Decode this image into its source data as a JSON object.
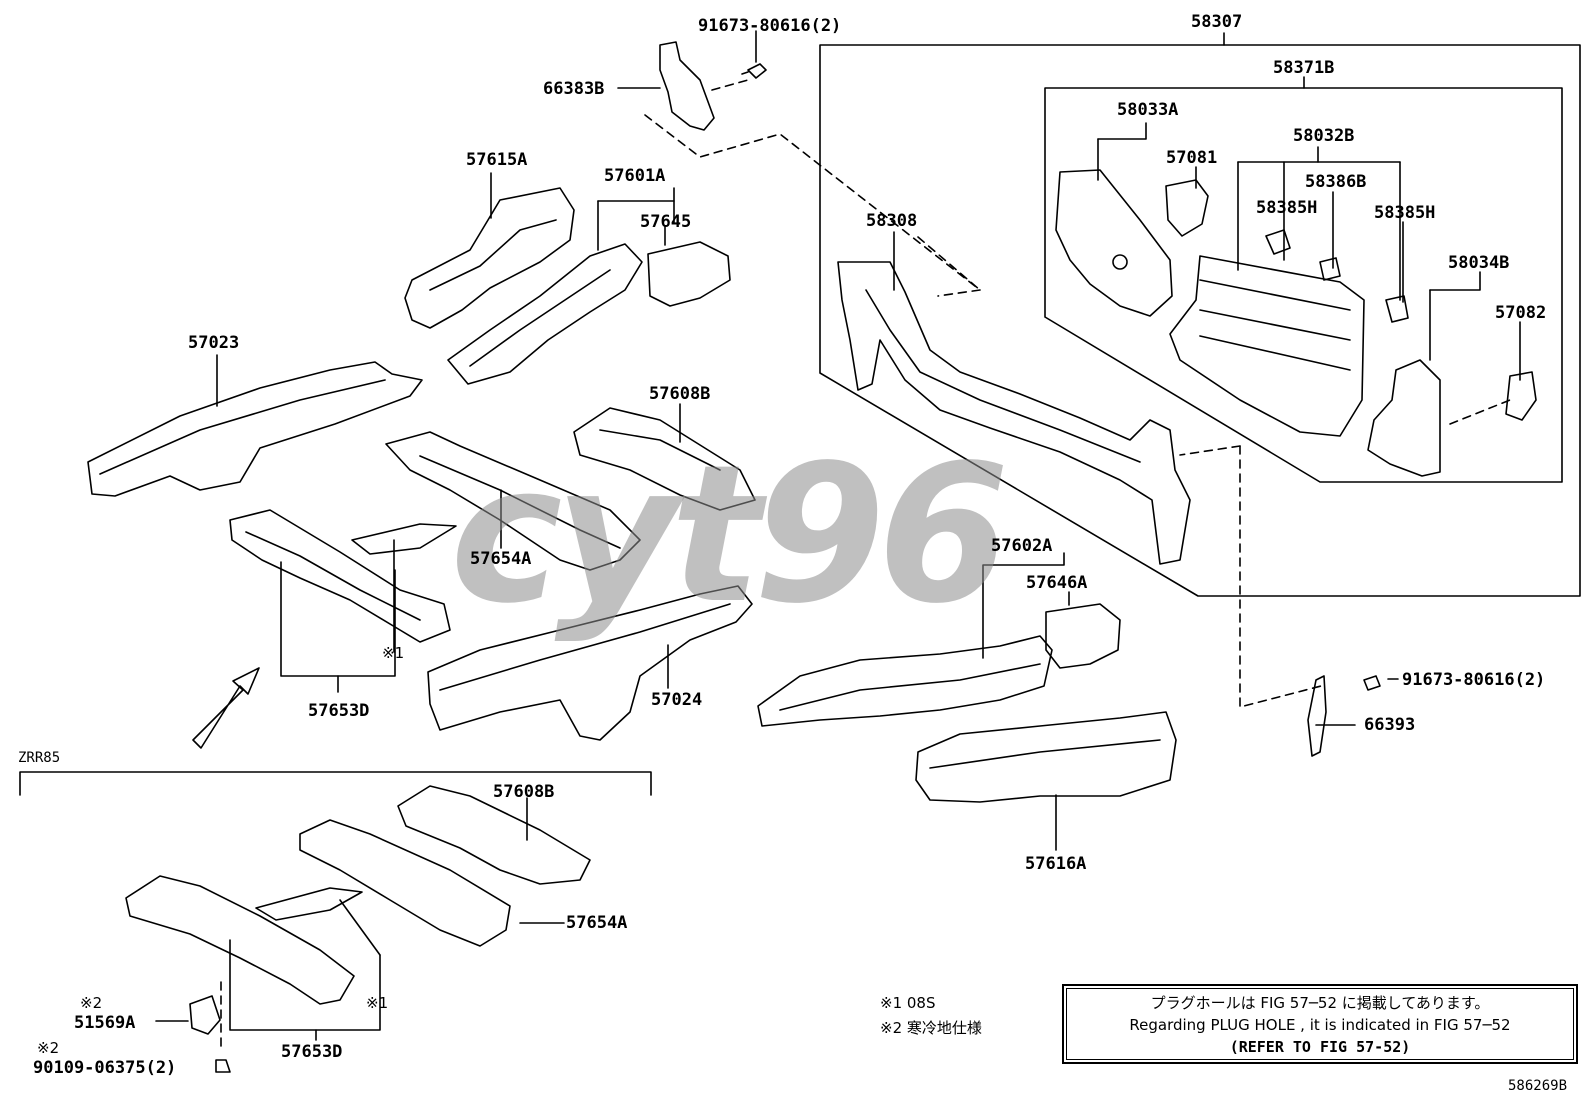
{
  "watermark": "cyt96",
  "labels": {
    "p91673_top": "91673-80616(2)",
    "p66383B": "66383B",
    "p58307": "58307",
    "p58371B": "58371B",
    "p58033A": "58033A",
    "p57081": "57081",
    "p58032B": "58032B",
    "p58386B": "58386B",
    "p58385H_a": "58385H",
    "p58385H_b": "58385H",
    "p58034B": "58034B",
    "p57082": "57082",
    "p58308": "58308",
    "p57615A": "57615A",
    "p57601A": "57601A",
    "p57645": "57645",
    "p57023": "57023",
    "p57608B": "57608B",
    "p57654A": "57654A",
    "mark1": "※1",
    "p57653D": "57653D",
    "p57024": "57024",
    "p57602A": "57602A",
    "p57646A": "57646A",
    "p91673_right": "91673-80616(2)",
    "p66393": "66393",
    "p57616A": "57616A",
    "zrr85": "ZRR85",
    "p57608B_b": "57608B",
    "p57654A_b": "57654A",
    "mark1_b": "※1",
    "mark2_a": "※2",
    "p51569A": "51569A",
    "mark2_b": "※2",
    "p90109": "90109-06375(2)",
    "p57653D_b": "57653D",
    "diagram_id": "586269B"
  },
  "legend": {
    "line1": "※1 08S",
    "line2": "※2 寒冷地仕様"
  },
  "note": {
    "jp": "プラグホールは FIG 57─52 に掲載してあります。",
    "en": "Regarding  PLUG  HOLE , it is indicated in FIG  57─52",
    "ref": "(REFER TO FIG 57-52)"
  }
}
